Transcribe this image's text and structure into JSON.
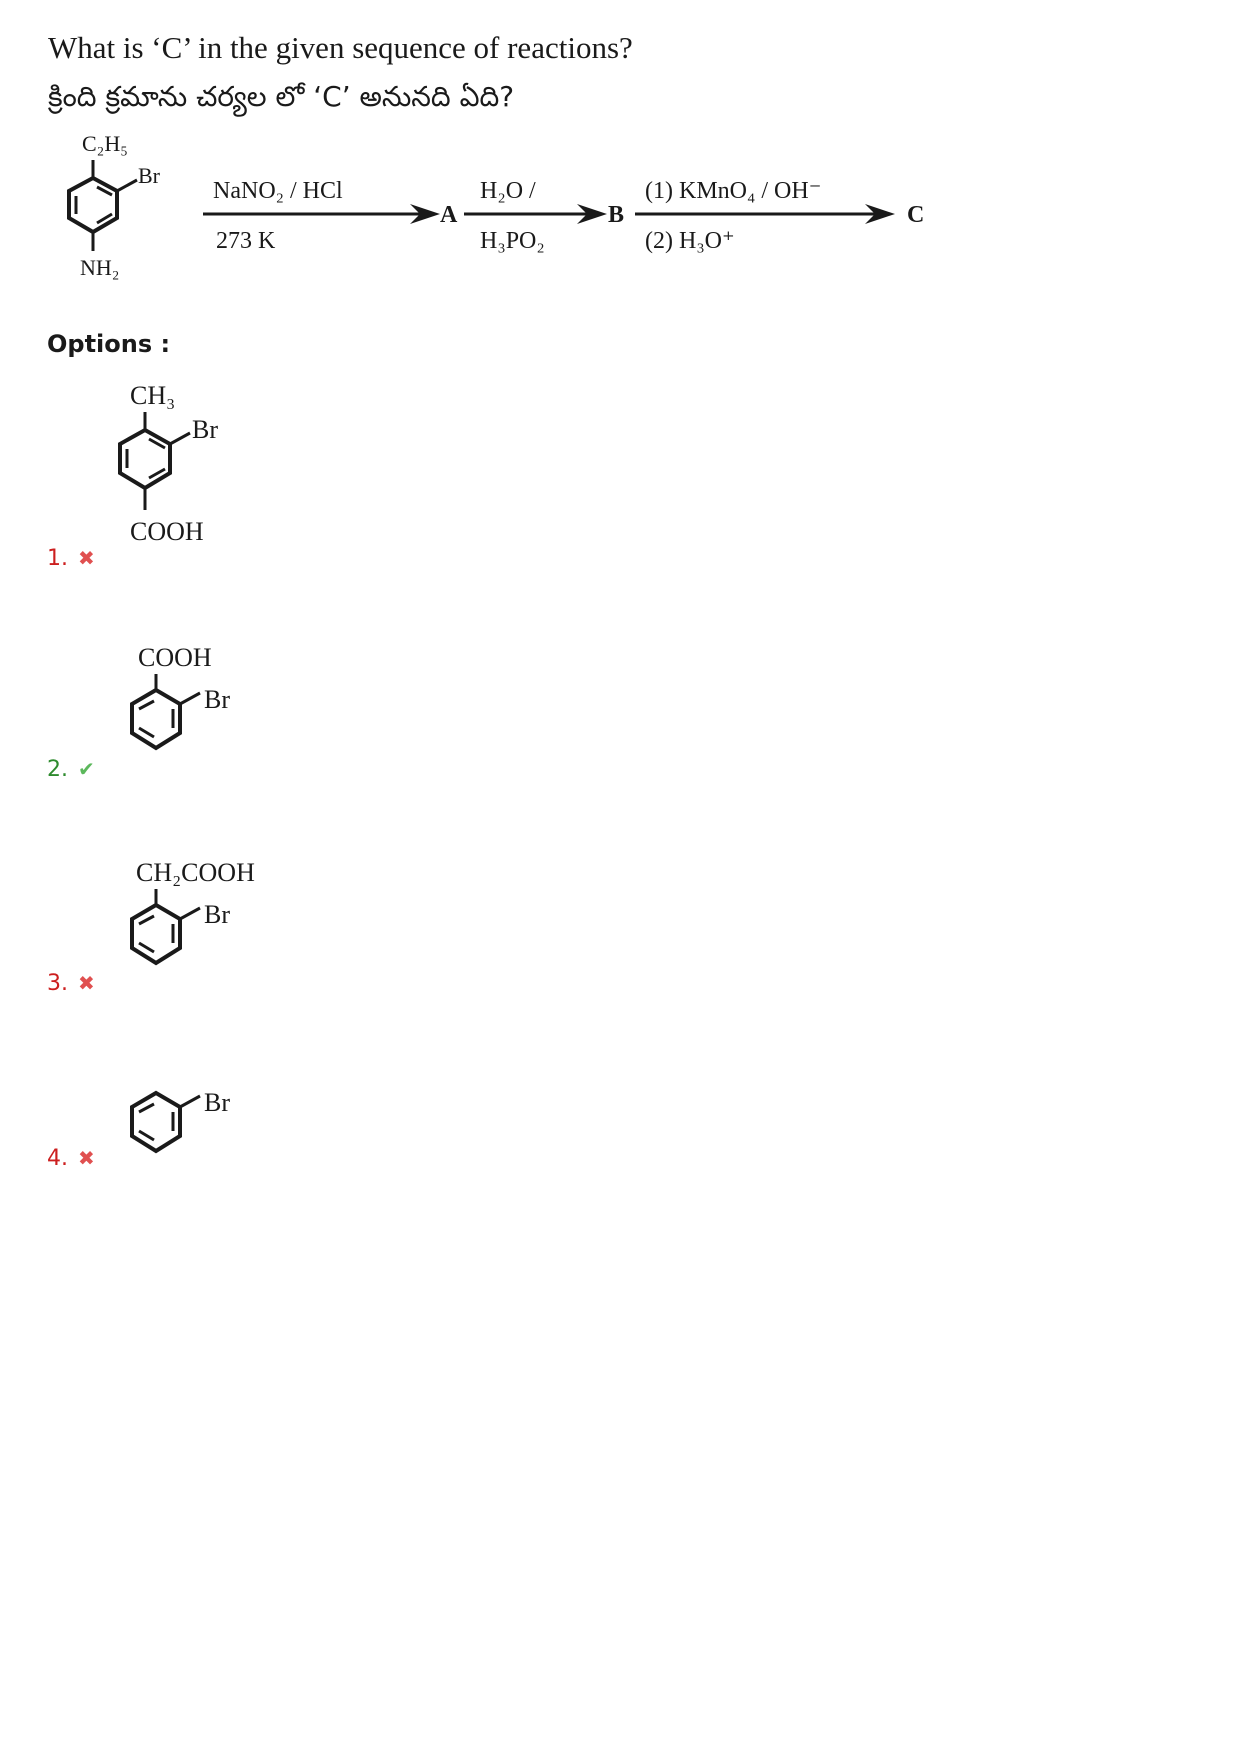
{
  "question": {
    "english": "What is ‘C’ in the given sequence of reactions?",
    "telugu": "క్రింది క్రమాను చర్యల లో ‘C’ అనునది ఏది?"
  },
  "reaction": {
    "start_top_group": "C₂H₅",
    "start_side_group": "Br",
    "start_bottom_group": "NH₂",
    "step1_above": "NaNO₂ / HCl",
    "step1_below": "273 K",
    "product_a": "A",
    "step2_above": "H₂O /",
    "step2_below": "H₃PO₂",
    "product_b": "B",
    "step3_above": "(1) KMnO₄ / OH⁻",
    "step3_below": "(2) H₃O⁺",
    "product_c": "C"
  },
  "options_heading": "Options :",
  "options": [
    {
      "number": "1.",
      "status": "wrong",
      "mark": "✖",
      "top_group": "CH₃",
      "side_group": "Br",
      "bottom_group": "COOH"
    },
    {
      "number": "2.",
      "status": "correct",
      "mark": "✔",
      "top_group": "COOH",
      "side_group": "Br"
    },
    {
      "number": "3.",
      "status": "wrong",
      "mark": "✖",
      "top_group": "CH₂COOH",
      "side_group": "Br"
    },
    {
      "number": "4.",
      "status": "wrong",
      "mark": "✖",
      "side_group": "Br"
    }
  ],
  "colors": {
    "wrong": "#cc1f1f",
    "correct": "#2e8b2e",
    "text": "#1a1a1a"
  }
}
